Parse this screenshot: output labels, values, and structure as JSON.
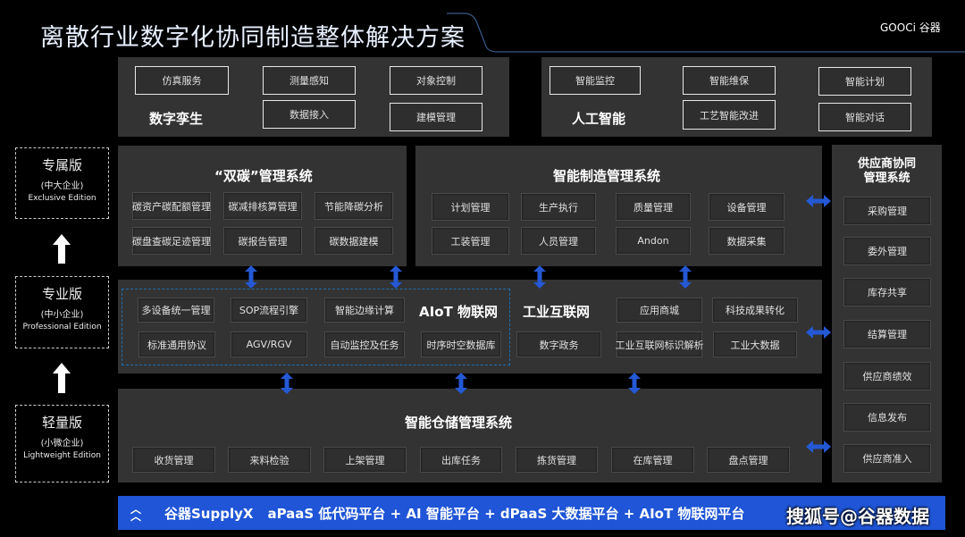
{
  "header": {
    "title": "离散行业数字化协同制造整体解决方案",
    "logo": "GOOCi 谷器"
  },
  "digital_twin": {
    "label": "数字孪生",
    "items": [
      "仿真服务",
      "测量感知",
      "对象控制",
      "数据接入",
      "建模管理"
    ]
  },
  "ai": {
    "label": "人工智能",
    "items": [
      "智能监控",
      "智能维保",
      "智能计划",
      "工艺智能改进",
      "智能对话"
    ]
  },
  "editions": [
    {
      "name": "专属版",
      "sub": "(中大企业)",
      "en": "Exclusive Edition"
    },
    {
      "name": "专业版",
      "sub": "(中小企业)",
      "en": "Professional Edition"
    },
    {
      "name": "轻量版",
      "sub": "(小微企业)",
      "en": "Lightweight Edition"
    }
  ],
  "carbon": {
    "title": "“双碳”管理系统",
    "items": [
      "碳资产碳配额管理",
      "碳减排核算管理",
      "节能降碳分析",
      "碳盘查碳足迹管理",
      "碳报告管理",
      "碳数据建模"
    ]
  },
  "mfg": {
    "title": "智能制造管理系统",
    "items": [
      "计划管理",
      "生产执行",
      "质量管理",
      "设备管理",
      "工装管理",
      "人员管理",
      "Andon",
      "数据采集"
    ]
  },
  "iot": {
    "title": "AIoT 物联网",
    "items": [
      "多设备统一管理",
      "SOP流程引擎",
      "智能边缘计算",
      "标准通用协议",
      "AGV/RGV",
      "自动监控及任务",
      "时序时空数据库"
    ]
  },
  "industrial": {
    "title": "工业互联网",
    "items": [
      "应用商城",
      "科技成果转化",
      "数字政务",
      "工业互联网标识解析",
      "工业大数据"
    ]
  },
  "warehouse": {
    "title": "智能仓储管理系统",
    "items": [
      "收货管理",
      "来料检验",
      "上架管理",
      "出库任务",
      "拣货管理",
      "在库管理",
      "盘点管理"
    ]
  },
  "supplier": {
    "title": "供应商协同\n管理系统",
    "items": [
      "采购管理",
      "委外管理",
      "库存共享",
      "结算管理",
      "供应商绩效",
      "信息发布",
      "供应商准入"
    ]
  },
  "footer": {
    "brand": "谷器SupplyX",
    "text": "aPaaS 低代码平台 + AI 智能平台 + dPaaS 大数据平台 + AIoT 物联网平台",
    "watermark": "搜狐号@谷器数据"
  },
  "colors": {
    "accent": "#1f55d6",
    "panel": "#333333",
    "arrow": "#2458d4"
  }
}
